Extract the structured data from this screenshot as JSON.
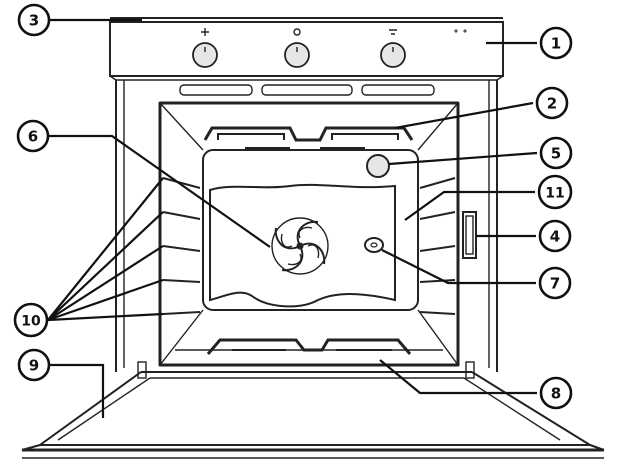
{
  "callouts": {
    "c1": "1",
    "c2": "2",
    "c3": "3",
    "c4": "4",
    "c5": "5",
    "c6": "6",
    "c7": "7",
    "c8": "8",
    "c9": "9",
    "c10": "10",
    "c11": "11"
  },
  "colors": {
    "line": "#222222",
    "background": "#ffffff",
    "knob_fill": "#e6e6e6"
  }
}
